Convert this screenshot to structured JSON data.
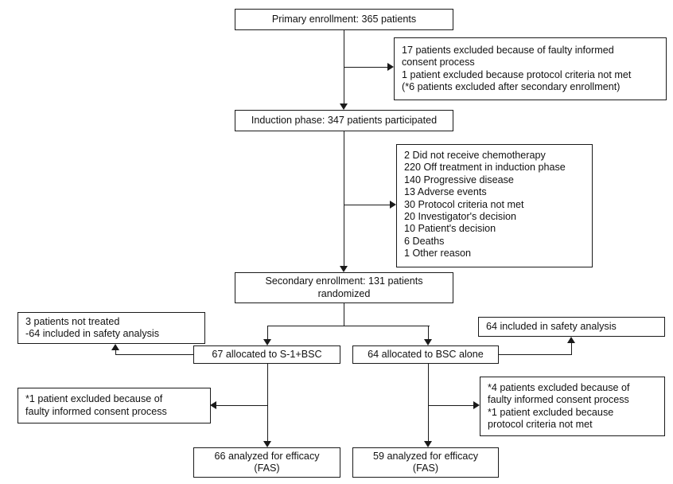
{
  "diagram": {
    "title": "CONSORT participant flow diagram",
    "line_color": "#1a1a1a",
    "background": "#ffffff"
  },
  "nodes": {
    "primary_enrollment": {
      "text": "Primary enrollment: 365 patients",
      "count": 365
    },
    "excluded_primary": {
      "text": "17 patients excluded because of faulty informed\nconsent process\n1 patient excluded because protocol criteria not met\n(*6 patients excluded after secondary enrollment)",
      "lines": [
        "17 patients excluded because of faulty informed",
        "consent process",
        "1 patient excluded because protocol criteria not met",
        "(*6 patients excluded after secondary enrollment)"
      ]
    },
    "induction_phase": {
      "text": "Induction phase: 347 patients participated",
      "count": 347
    },
    "off_treatment": {
      "text": "2 Did not receive chemotherapy\n220 Off treatment in induction phase\n      140 Progressive disease\n        13 Adverse events\n        30 Protocol criteria not met\n        20 Investigator's decision\n        10 Patient's decision\n          6 Deaths\n          1 Other reason",
      "lines": [
        "2 Did not receive chemotherapy",
        "220 Off treatment in induction phase",
        "140 Progressive disease",
        "13 Adverse events",
        "30 Protocol criteria not met",
        "20 Investigator's decision",
        "10 Patient's decision",
        "6 Deaths",
        "1 Other reason"
      ]
    },
    "secondary_enrollment": {
      "text": "Secondary enrollment: 131 patients\nrandomized",
      "count": 131
    },
    "safety_left": {
      "text": "3 patients not treated\n-64 included in safety analysis",
      "lines": [
        "3 patients not treated",
        "-64 included in safety analysis"
      ]
    },
    "safety_right": {
      "text": "64 included in safety analysis",
      "count": 64
    },
    "allocated_s1bsc": {
      "text": "67 allocated to S-1+BSC",
      "count": 67
    },
    "allocated_bsc": {
      "text": "64 allocated to BSC alone",
      "count": 64
    },
    "excluded_left": {
      "text": "*1 patient excluded because of\nfaulty informed consent process",
      "lines": [
        "*1 patient excluded because of",
        "faulty informed consent process"
      ]
    },
    "excluded_right": {
      "text": "*4 patients excluded because of\nfaulty informed consent process\n*1 patient excluded because\nprotocol criteria not met",
      "lines": [
        "*4 patients excluded because of",
        "faulty informed consent process",
        "*1 patient excluded because",
        "protocol criteria not met"
      ]
    },
    "analyzed_left": {
      "text": "66 analyzed for efficacy\n(FAS)",
      "count": 66
    },
    "analyzed_right": {
      "text": "59 analyzed for efficacy\n(FAS)",
      "count": 59
    }
  }
}
